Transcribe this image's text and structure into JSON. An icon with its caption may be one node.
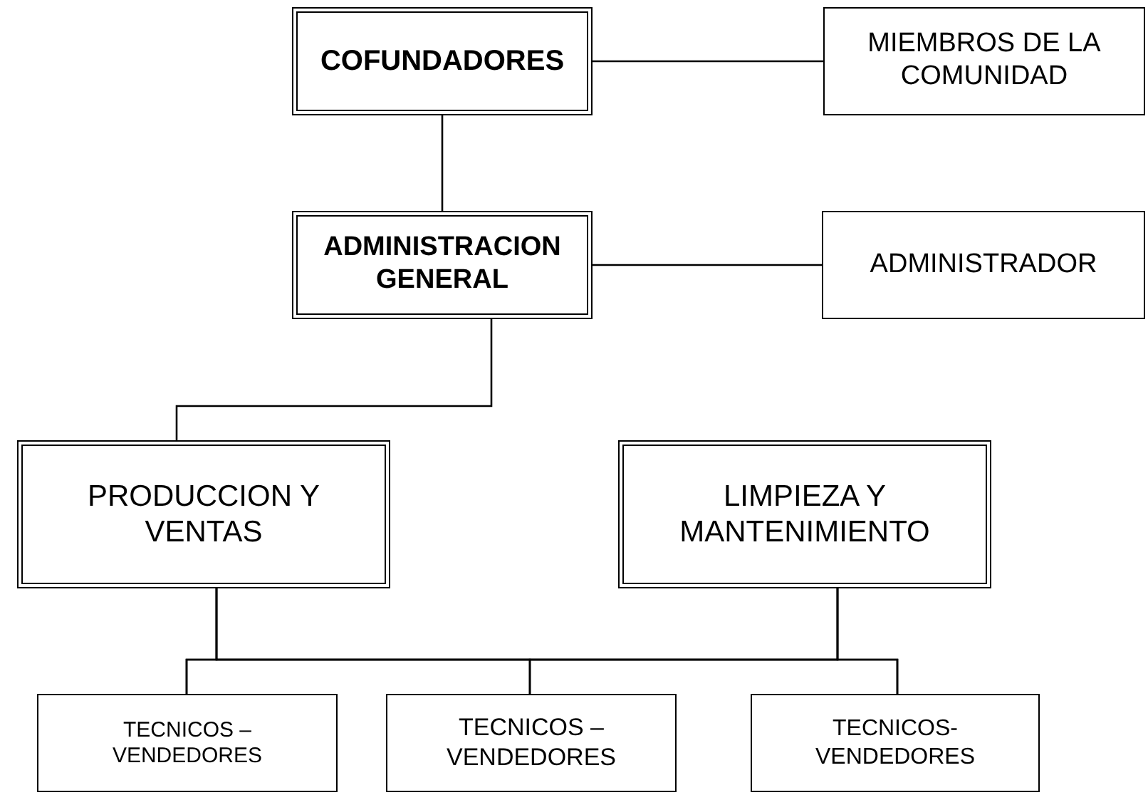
{
  "diagram": {
    "nodes": [
      {
        "text": [
          "COFUNDADORES"
        ]
      },
      {
        "text": [
          "MIEMBROS DE LA COMUNIDAD"
        ]
      },
      {
        "text": [
          "ADMINISTRACION GENERAL"
        ]
      },
      {
        "text": [
          "ADMINISTRADOR"
        ]
      },
      {
        "text": [
          "PRODUCCION Y VENTAS"
        ]
      },
      {
        "text": [
          "LIMPIEZA Y MANTENIMIENTO"
        ]
      },
      {
        "text": [
          "TECNICOS – VENDEDORES"
        ]
      },
      {
        "text": [
          "TECNICOS – VENDEDORES"
        ]
      },
      {
        "text": [
          "TECNICOS- VENDEDORES"
        ]
      }
    ],
    "edges": [
      {
        "from": 0,
        "to": 1,
        "arrow": "none"
      },
      {
        "from": 0,
        "to": 2,
        "arrow": "none"
      },
      {
        "from": 2,
        "to": 3,
        "arrow": "none"
      },
      {
        "from": 2,
        "to": 4,
        "arrow": "none"
      },
      {
        "from": 4,
        "to": 6,
        "arrow": "none"
      },
      {
        "from": 4,
        "to": 7,
        "arrow": "none"
      },
      {
        "from": 4,
        "to": 8,
        "arrow": "none"
      },
      {
        "from": 5,
        "to": 6,
        "arrow": "none"
      },
      {
        "from": 5,
        "to": 7,
        "arrow": "none"
      },
      {
        "from": 5,
        "to": 8,
        "arrow": "none"
      }
    ]
  }
}
